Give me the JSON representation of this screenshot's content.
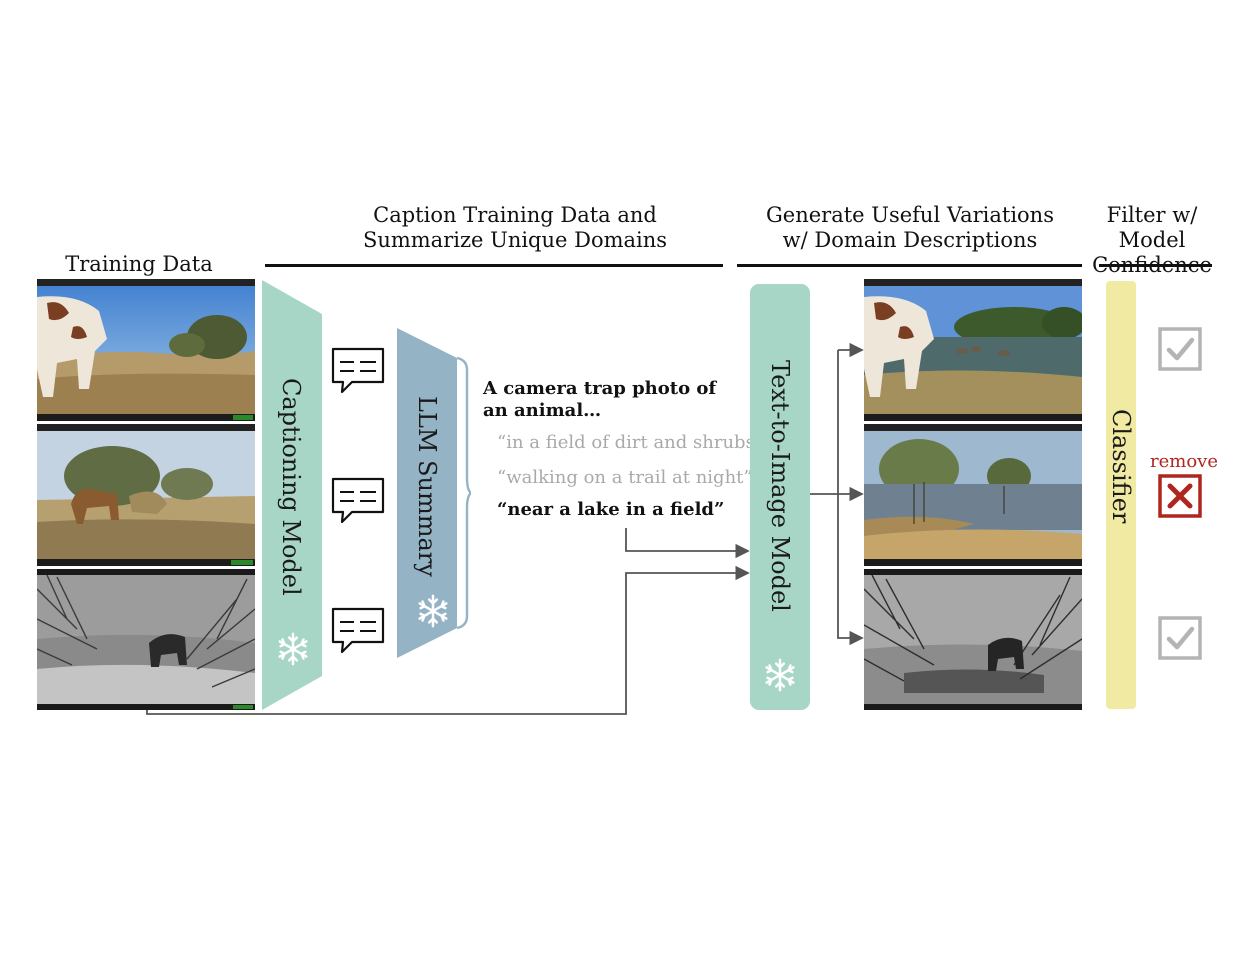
{
  "headings": {
    "training_data": "Training Data",
    "caption_stage": [
      "Caption Training Data and",
      "Summarize Unique Domains"
    ],
    "generate_stage": [
      "Generate Useful Variations",
      "w/ Domain Descriptions"
    ],
    "filter_stage": [
      "Filter w/ Model",
      "Confidence"
    ]
  },
  "models": {
    "captioning": "Captioning Model",
    "llm_summary": "LLM Summary",
    "text_to_image": "Text-to-Image Model",
    "classifier": "Classifier"
  },
  "prompt": {
    "intro": "A camera trap photo of an animal…",
    "domains": [
      "“in a field of dirt and shrubs”",
      "“walking on a trail at night”",
      "“near a lake in a field”"
    ]
  },
  "filter": {
    "remove_label": "remove"
  },
  "colors": {
    "model_green": "#a8d6c6",
    "llm_blue": "#94b4c6",
    "classifier_yellow": "#f1eaa2",
    "check_gray": "#b4b4b4",
    "remove_red": "#b0261e",
    "dim_text": "#a9a9a9",
    "arrow": "#555555"
  },
  "icons": [
    "snowflake-icon",
    "speech-bubble-icon",
    "checkbox-check-icon",
    "checkbox-x-icon"
  ]
}
